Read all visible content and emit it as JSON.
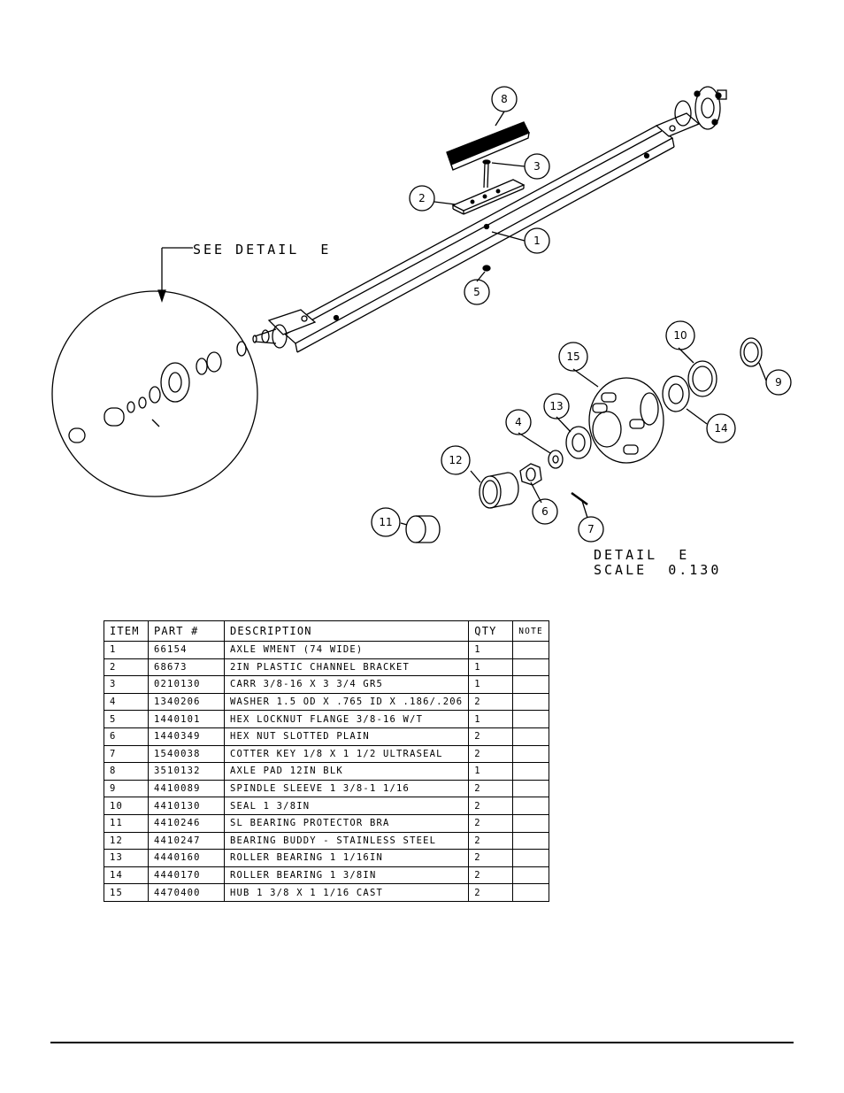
{
  "callouts": [
    "1",
    "2",
    "3",
    "4",
    "5",
    "6",
    "7",
    "8",
    "9",
    "10",
    "11",
    "12",
    "13",
    "14",
    "15"
  ],
  "see_detail_label": "SEE DETAIL  E",
  "detail_title": "DETAIL  E",
  "detail_scale": "SCALE  0.130",
  "table": {
    "headers": {
      "item": "ITEM",
      "part": "PART #",
      "description": "DESCRIPTION",
      "qty": "QTY",
      "note": "NOTE"
    },
    "rows": [
      {
        "item": "1",
        "part": "66154",
        "description": "AXLE WMENT (74 WIDE)",
        "qty": "1",
        "note": ""
      },
      {
        "item": "2",
        "part": "68673",
        "description": "2IN PLASTIC CHANNEL BRACKET",
        "qty": "1",
        "note": ""
      },
      {
        "item": "3",
        "part": "0210130",
        "description": "CARR 3/8-16 X 3 3/4 GR5",
        "qty": "1",
        "note": ""
      },
      {
        "item": "4",
        "part": "1340206",
        "description": "WASHER 1.5 OD X .765 ID X .186/.206",
        "qty": "2",
        "note": ""
      },
      {
        "item": "5",
        "part": "1440101",
        "description": "HEX LOCKNUT FLANGE 3/8-16 W/T",
        "qty": "1",
        "note": ""
      },
      {
        "item": "6",
        "part": "1440349",
        "description": "HEX NUT SLOTTED PLAIN",
        "qty": "2",
        "note": ""
      },
      {
        "item": "7",
        "part": "1540038",
        "description": "COTTER KEY 1/8 X 1 1/2 ULTRASEAL",
        "qty": "2",
        "note": ""
      },
      {
        "item": "8",
        "part": "3510132",
        "description": "AXLE PAD 12IN  BLK",
        "qty": "1",
        "note": ""
      },
      {
        "item": "9",
        "part": "4410089",
        "description": "SPINDLE SLEEVE  1 3/8-1 1/16",
        "qty": "2",
        "note": ""
      },
      {
        "item": "10",
        "part": "4410130",
        "description": "SEAL  1 3/8IN",
        "qty": "2",
        "note": ""
      },
      {
        "item": "11",
        "part": "4410246",
        "description": "SL BEARING PROTECTOR BRA",
        "qty": "2",
        "note": ""
      },
      {
        "item": "12",
        "part": "4410247",
        "description": "BEARING BUDDY - STAINLESS STEEL",
        "qty": "2",
        "note": ""
      },
      {
        "item": "13",
        "part": "4440160",
        "description": "ROLLER BEARING   1 1/16IN",
        "qty": "2",
        "note": ""
      },
      {
        "item": "14",
        "part": "4440170",
        "description": "ROLLER BEARING   1 3/8IN",
        "qty": "2",
        "note": ""
      },
      {
        "item": "15",
        "part": "4470400",
        "description": "HUB  1 3/8 X 1 1/16 CAST",
        "qty": "2",
        "note": ""
      }
    ]
  }
}
